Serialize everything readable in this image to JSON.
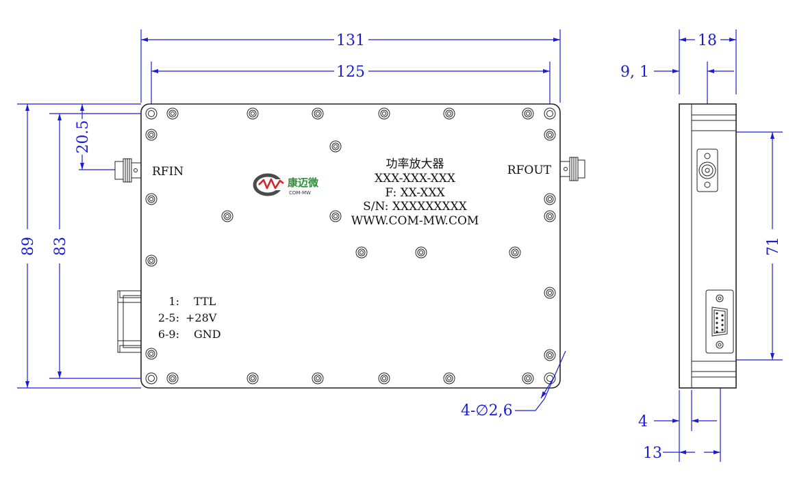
{
  "front_view": {
    "dimensions": {
      "overall_width": "131",
      "mount_hole_spacing_width": "125",
      "overall_height": "89",
      "mount_hole_spacing_height": "83",
      "rf_in_offset": "20.5",
      "mount_holes": "4-∅2,6"
    },
    "ports": {
      "rf_in": "RFIN",
      "rf_out": "RFOUT"
    },
    "label_plate": {
      "logo_text": "康迈微",
      "logo_subtext": "COM-MW",
      "product_name": "功率放大器",
      "model": "XXX-XXX-XXX",
      "frequency": "F: XX-XXX",
      "serial": "S/N: XXXXXXXXX",
      "website": "WWW.COM-MW.COM"
    },
    "pinout": [
      {
        "pins": "1:",
        "signal": "TTL"
      },
      {
        "pins": "2-5:",
        "signal": "+28V"
      },
      {
        "pins": "6-9:",
        "signal": "GND"
      }
    ]
  },
  "side_view": {
    "dimensions": {
      "thickness": "18",
      "connector_offset": "9, 1",
      "connector_spacing": "71",
      "base_thickness": "4",
      "connector_depth": "13"
    }
  },
  "colors": {
    "dimension": "#1c1cd6",
    "outline": "#222222"
  }
}
